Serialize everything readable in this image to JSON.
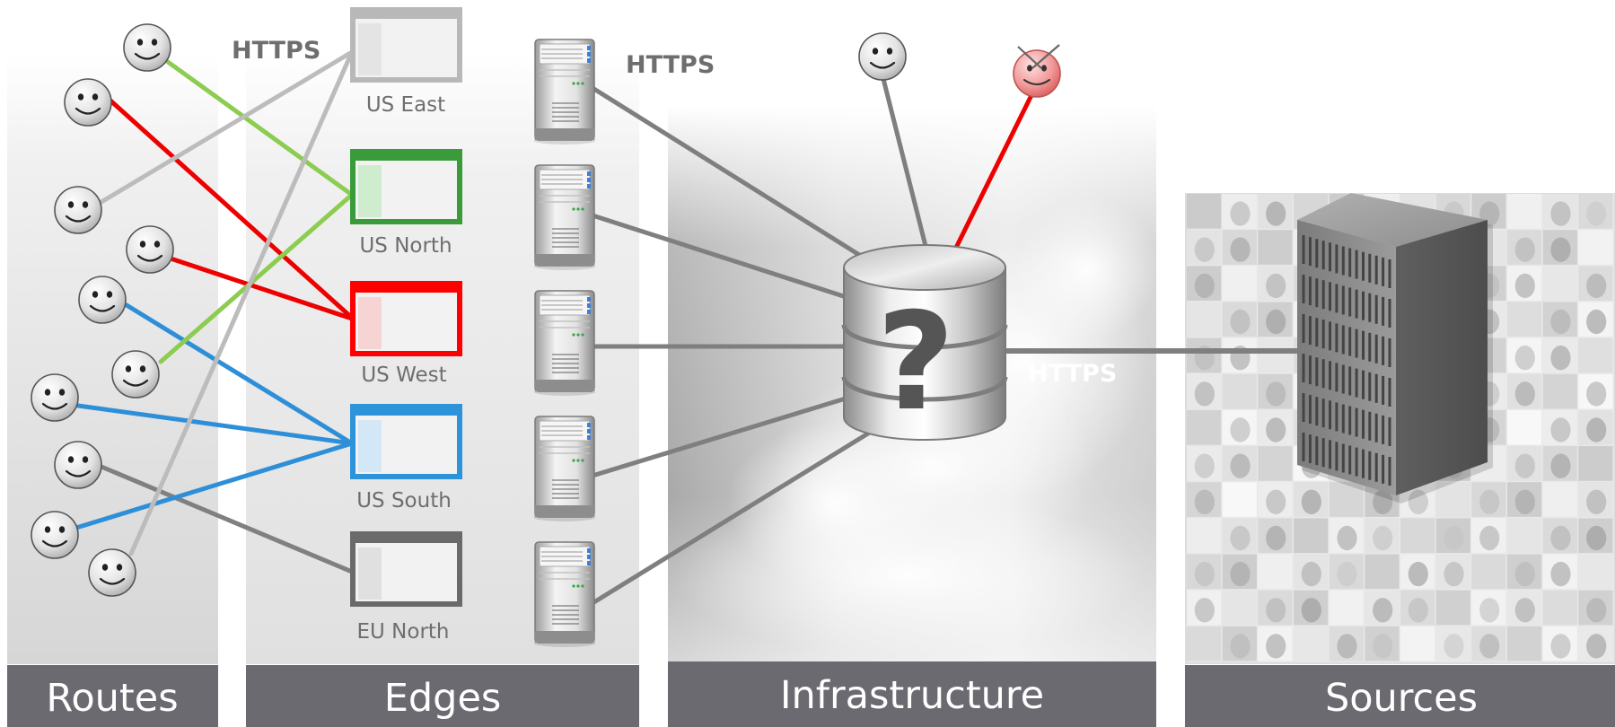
{
  "columns": {
    "routes": "Routes",
    "edges": "Edges",
    "infrastructure": "Infrastructure",
    "sources": "Sources"
  },
  "regions": [
    "US East",
    "US North",
    "US West",
    "US South",
    "EU North"
  ],
  "protocols": {
    "routes_edges": "HTTPS",
    "edges_servers": "HTTPS",
    "infra_sources": "HTTPS"
  },
  "database_symbol": "?",
  "colors": {
    "us_east": "#b8b8b8",
    "us_north": "#3a9b3a",
    "us_west": "#ff0000",
    "us_south": "#2e94da",
    "eu_north": "#6a6a6a",
    "route_green": "#8ccc50",
    "route_red": "#ee0000",
    "route_blue": "#2e8fd8",
    "route_gray": "#808080",
    "route_lightgray": "#bcbcbc",
    "label_bar": "#6b6a70"
  },
  "icons": {
    "user": "smiley-face-icon",
    "malicious_user": "angry-face-icon",
    "server": "server-icon",
    "database": "database-icon",
    "datacenter": "server-rack-icon",
    "edge": "browser-window-icon"
  }
}
